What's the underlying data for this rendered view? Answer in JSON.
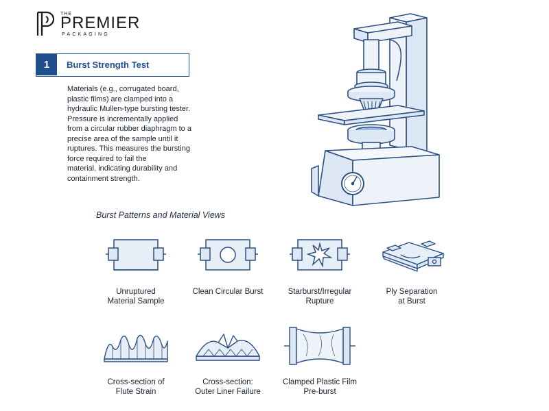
{
  "logo": {
    "the": "THE",
    "name": "PREMIER",
    "sub": "PACKAGING"
  },
  "step": {
    "number": "1",
    "title": "Burst Strength Test",
    "description_lines": [
      "Materials (e.g., corrugated board,",
      "plastic films) are clamped into a",
      "hydraulic Mullen-type bursting tester.",
      "Pressure is incrementally applied",
      "from a circular rubber diaphragm to a",
      "precise area of the sample until it",
      "ruptures.  This measures the bursting",
      "force required to fail the",
      "material, indicating durability and",
      "containment strength."
    ]
  },
  "patterns": {
    "title": "Burst Patterns and Material Views",
    "items": [
      {
        "icon": "unruptured-sample-icon",
        "lines": [
          "Unruptured",
          "Material Sample"
        ]
      },
      {
        "icon": "circular-burst-icon",
        "lines": [
          "Clean Circular Burst"
        ]
      },
      {
        "icon": "starburst-rupture-icon",
        "lines": [
          "Starburst/Irregular",
          "Rupture"
        ]
      },
      {
        "icon": "ply-separation-icon",
        "lines": [
          "Ply Separation",
          "at Burst"
        ]
      },
      {
        "icon": "flute-strain-icon",
        "lines": [
          "Cross-section of",
          "Flute Strain"
        ]
      },
      {
        "icon": "outer-liner-failure-icon",
        "lines": [
          "Cross-section:",
          "Outer Liner Failure"
        ]
      },
      {
        "icon": "clamped-film-icon",
        "lines": [
          "Clamped Plastic Film",
          "Pre-burst"
        ]
      }
    ]
  },
  "colors": {
    "accent": "#1f4e8c",
    "line": "#2b4f80",
    "fill": "#dde8f4",
    "text": "#1a2233"
  }
}
